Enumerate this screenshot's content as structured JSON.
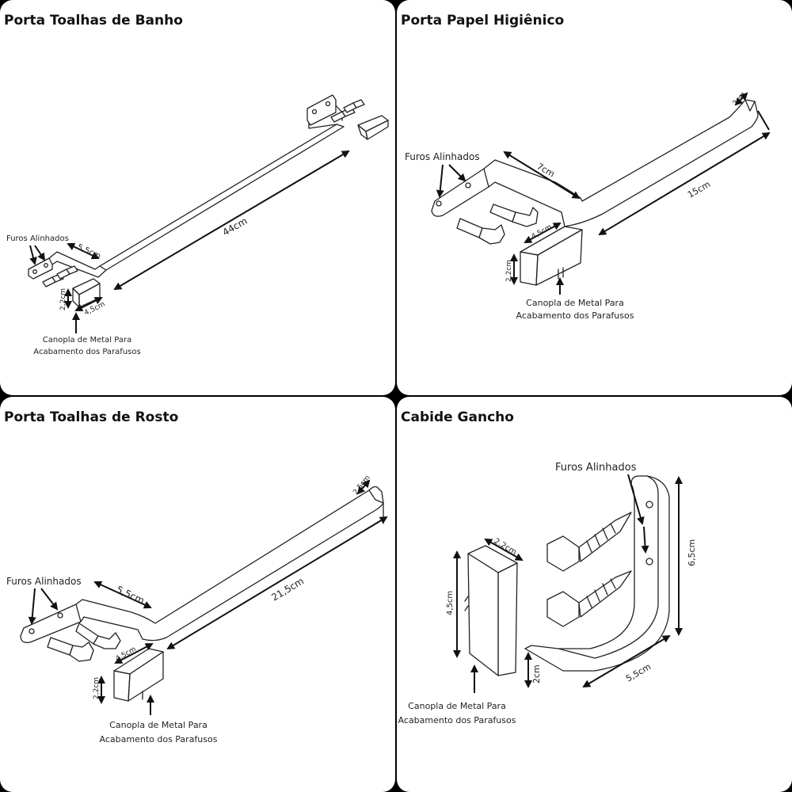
{
  "panels": {
    "towel_bath": {
      "title": "Porta Toalhas de Banho",
      "label_holes": "Furos Alinhados",
      "dim_length": "44cm",
      "dim_depth": "5,5cm",
      "dim_cap_width": "4,5cm",
      "dim_cap_height": "2,2cm",
      "cap_line1": "Canopla de Metal Para",
      "cap_line2": "Acabamento dos Parafusos"
    },
    "toilet_paper": {
      "title": "Porta Papel Higiênico",
      "label_holes": "Furos Alinhados",
      "dim_depth": "7cm",
      "dim_length": "15cm",
      "dim_tip": "2cm",
      "dim_cap_width": "4,5cm",
      "dim_cap_height": "2,2cm",
      "cap_line1": "Canopla de Metal Para",
      "cap_line2": "Acabamento dos Parafusos"
    },
    "towel_face": {
      "title": "Porta Toalhas de Rosto",
      "label_holes": "Furos Alinhados",
      "dim_depth": "5,5cm",
      "dim_length": "21,5cm",
      "dim_tip": "2,5cm",
      "dim_cap_width": "4,5cm",
      "dim_cap_height": "2,2cm",
      "cap_line1": "Canopla de Metal Para",
      "cap_line2": "Acabamento dos Parafusos"
    },
    "hook": {
      "title": "Cabide Gancho",
      "label_holes": "Furos Alinhados",
      "dim_cap_top": "2,2cm",
      "dim_cap_height": "4,5cm",
      "dim_height": "6,5cm",
      "dim_depth": "5,5cm",
      "dim_lip": "2cm",
      "cap_line1": "Canopla de Metal Para",
      "cap_line2": "Acabamento dos Parafusos"
    }
  }
}
